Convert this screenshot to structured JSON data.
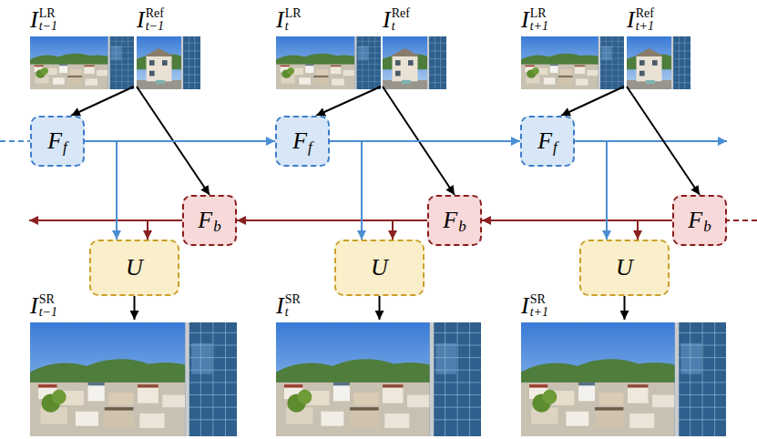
{
  "diagram": {
    "nodes": [
      {
        "text": [
          "I",
          "LR",
          "t−1"
        ]
      },
      {
        "text": [
          "I",
          "Ref",
          "t−1"
        ]
      },
      {
        "text": [
          "I",
          "LR",
          "t"
        ]
      },
      {
        "text": [
          "I",
          "Ref",
          "t"
        ]
      },
      {
        "text": [
          "I",
          "LR",
          "t+1"
        ]
      },
      {
        "text": [
          "I",
          "Ref",
          "t+1"
        ]
      },
      {
        "text": [
          "F",
          "f"
        ]
      },
      {
        "text": [
          "F",
          "f"
        ]
      },
      {
        "text": [
          "F",
          "f"
        ]
      },
      {
        "text": [
          "F",
          "b"
        ]
      },
      {
        "text": [
          "F",
          "b"
        ]
      },
      {
        "text": [
          "F",
          "b"
        ]
      },
      {
        "text": [
          "U"
        ]
      },
      {
        "text": [
          "U"
        ]
      },
      {
        "text": [
          "U"
        ]
      },
      {
        "text": [
          "I",
          "SR",
          "t−1"
        ]
      },
      {
        "text": [
          "I",
          "SR",
          "t"
        ]
      },
      {
        "text": [
          "I",
          "SR",
          "t+1"
        ]
      }
    ],
    "edges": [
      {
        "from": 0,
        "to": 6,
        "arrow": "to"
      },
      {
        "from": 1,
        "to": 9,
        "arrow": "to"
      },
      {
        "from": 2,
        "to": 7,
        "arrow": "to"
      },
      {
        "from": 3,
        "to": 10,
        "arrow": "to"
      },
      {
        "from": 4,
        "to": 8,
        "arrow": "to"
      },
      {
        "from": 5,
        "to": 11,
        "arrow": "to"
      },
      {
        "from": 6,
        "to": 7,
        "arrow": "to"
      },
      {
        "from": 7,
        "to": 8,
        "arrow": "to"
      },
      {
        "from": 11,
        "to": 10,
        "arrow": "to"
      },
      {
        "from": 10,
        "to": 9,
        "arrow": "to"
      },
      {
        "from": 6,
        "to": 12,
        "arrow": "to"
      },
      {
        "from": 7,
        "to": 13,
        "arrow": "to"
      },
      {
        "from": 8,
        "to": 14,
        "arrow": "to"
      },
      {
        "from": 9,
        "to": 12,
        "arrow": "to"
      },
      {
        "from": 10,
        "to": 13,
        "arrow": "to"
      },
      {
        "from": 11,
        "to": 14,
        "arrow": "to"
      },
      {
        "from": 12,
        "to": 15,
        "arrow": "to"
      },
      {
        "from": 13,
        "to": 16,
        "arrow": "to"
      },
      {
        "from": 14,
        "to": 17,
        "arrow": "to"
      }
    ]
  }
}
